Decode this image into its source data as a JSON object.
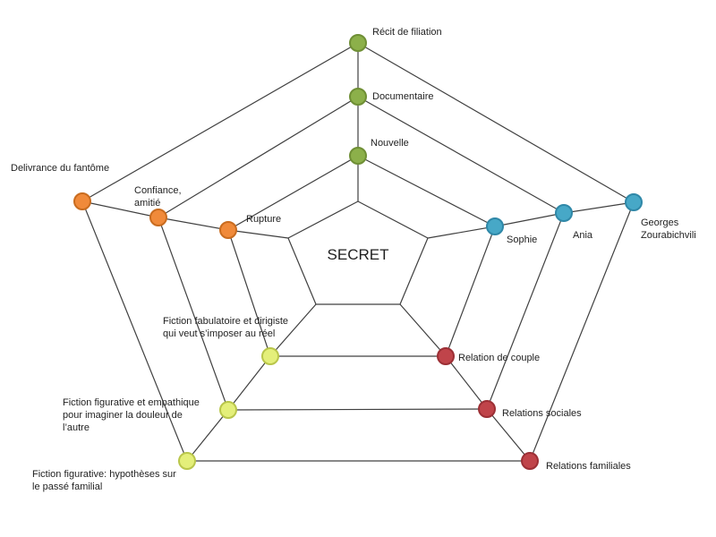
{
  "center": {
    "label": "SECRET"
  },
  "colors": {
    "green": {
      "fill": "#8cb04a",
      "stroke": "#6f8f35"
    },
    "blue": {
      "fill": "#47a8c7",
      "stroke": "#2f88a8"
    },
    "red": {
      "fill": "#c0444a",
      "stroke": "#9c2f35"
    },
    "yellow": {
      "fill": "#e4ef7a",
      "stroke": "#b9c64a"
    },
    "orange": {
      "fill": "#f08a3a",
      "stroke": "#c96c1f"
    }
  },
  "nodes": {
    "recit": {
      "label": [
        "Récit de filiation"
      ],
      "color": "green"
    },
    "documentaire": {
      "label": [
        "Documentaire"
      ],
      "color": "green"
    },
    "nouvelle": {
      "label": [
        "Nouvelle"
      ],
      "color": "green"
    },
    "georges": {
      "label": [
        "Georges",
        "Zourabichvili"
      ],
      "color": "blue"
    },
    "ania": {
      "label": [
        "Ania"
      ],
      "color": "blue"
    },
    "sophie": {
      "label": [
        "Sophie"
      ],
      "color": "blue"
    },
    "rel_fam": {
      "label": [
        "Relations familiales"
      ],
      "color": "red"
    },
    "rel_soc": {
      "label": [
        "Relations  sociales"
      ],
      "color": "red"
    },
    "rel_couple": {
      "label": [
        "Relation de couple"
      ],
      "color": "red"
    },
    "fic_hyp": {
      "label": [
        "Fiction figurative: hypothèses sur",
        "le passé familial"
      ],
      "color": "yellow"
    },
    "fic_emp": {
      "label": [
        "Fiction figurative  et  empathique",
        "pour imaginer la douleur de",
        "l’autre"
      ],
      "color": "yellow"
    },
    "fic_fab": {
      "label": [
        "Fiction  fabulatoire et dirigiste",
        "qui veut  s’imposer au   réel"
      ],
      "color": "yellow"
    },
    "delivrance": {
      "label": [
        "Delivrance du fantôme"
      ],
      "color": "orange"
    },
    "confiance": {
      "label": [
        "Confiance,",
        "amitié"
      ],
      "color": "orange"
    },
    "rupture": {
      "label": [
        "Rupture"
      ],
      "color": "orange"
    }
  }
}
